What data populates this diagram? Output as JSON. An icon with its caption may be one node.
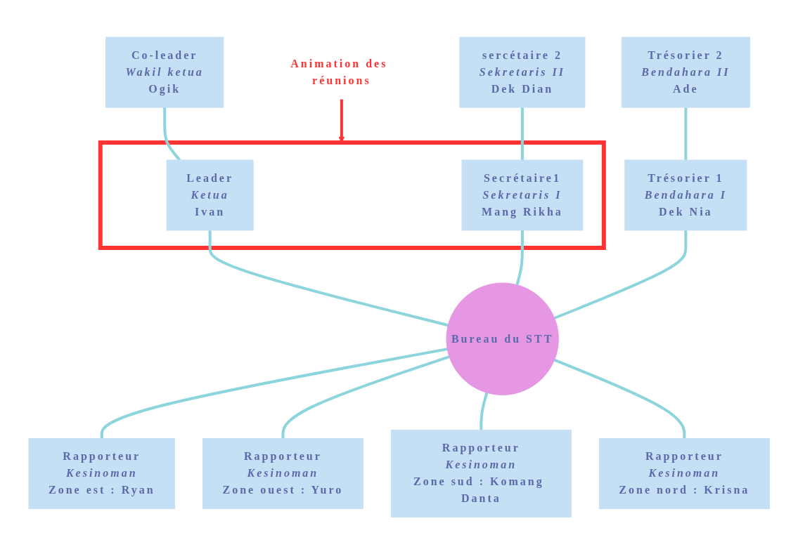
{
  "diagram": {
    "nodes": [
      {
        "text": [
          "Animation des réunions"
        ]
      },
      {
        "text": [
          "Trésorier 2",
          "Bendahara II",
          "Ade"
        ]
      },
      {
        "text": [
          "Co-leader",
          "Wakil ketua",
          "Ogik"
        ]
      },
      {
        "text": [],
        "shape": "box"
      },
      {
        "text": [
          "Leader",
          "Ketua",
          "Ivan"
        ],
        "in": 3
      },
      {
        "text": [
          "Trésorier 1",
          "Bendahara I",
          "Dek Nia"
        ]
      },
      {
        "text": [
          "sercétaire 2",
          "Sekretaris II",
          "Dek Dian"
        ]
      },
      {
        "text": [
          "Secrétaire1",
          "Sekretaris I",
          "Mang Rikha"
        ],
        "in": 3
      },
      {
        "text": [
          "Bureau du STT"
        ]
      },
      {
        "text": [
          "Rapporteur",
          "Kesinoman",
          "Zone est : Ryan"
        ]
      },
      {
        "text": [
          "Rapporteur",
          "Kesinoman",
          "Zone ouest : Yuro"
        ]
      },
      {
        "text": [
          "Rapporteur",
          "Kesinoman",
          "Zone sud : Komang Danta"
        ]
      },
      {
        "text": [
          "Rapporteur",
          "Kesinoman",
          "Zone nord : Krisna"
        ]
      }
    ],
    "edges": [
      {
        "from": 0,
        "to": 3,
        "arrow": "to",
        "color": "#ff3333"
      },
      {
        "from": 1,
        "to": 5,
        "arrow": "none"
      },
      {
        "from": 2,
        "to": 4,
        "arrow": "none"
      },
      {
        "from": 4,
        "to": 8,
        "arrow": "none"
      },
      {
        "from": 5,
        "to": 8,
        "arrow": "none"
      },
      {
        "from": 6,
        "to": 7,
        "arrow": "none"
      },
      {
        "from": 7,
        "to": 8,
        "arrow": "none"
      },
      {
        "from": 8,
        "to": 9,
        "arrow": "none"
      },
      {
        "from": 8,
        "to": 10,
        "arrow": "none"
      },
      {
        "from": 8,
        "to": 11,
        "arrow": "none"
      },
      {
        "from": 8,
        "to": 12,
        "arrow": "none"
      }
    ]
  }
}
